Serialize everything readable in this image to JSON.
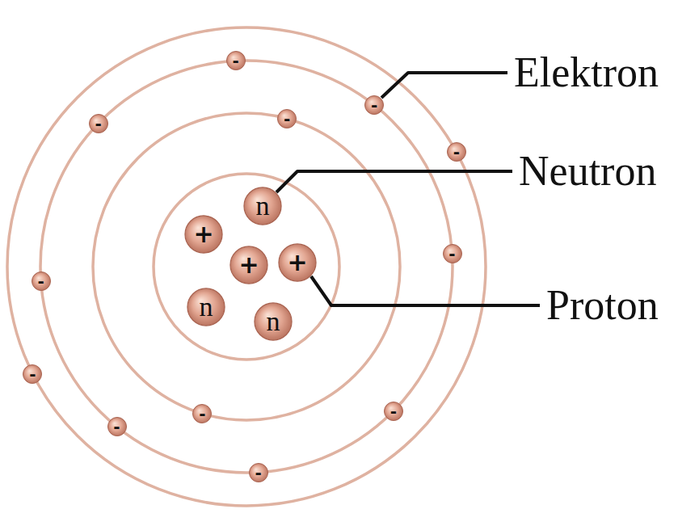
{
  "diagram": {
    "nodes": [
      {
        "text": [
          "-"
        ]
      },
      {
        "text": [
          "-"
        ]
      },
      {
        "text": [
          "-"
        ]
      },
      {
        "text": [
          "-"
        ]
      },
      {
        "text": [
          "-"
        ]
      },
      {
        "text": [
          "n"
        ]
      },
      {
        "text": [
          "+"
        ]
      },
      {
        "text": [
          "+"
        ]
      },
      {
        "text": [
          "+"
        ]
      },
      {
        "text": [
          "-"
        ]
      },
      {
        "text": [
          "-"
        ]
      },
      {
        "text": [
          "n"
        ]
      },
      {
        "text": [
          "n"
        ]
      },
      {
        "text": [
          "-"
        ]
      },
      {
        "text": [
          "-"
        ]
      },
      {
        "text": [
          "-"
        ]
      },
      {
        "text": [
          "-"
        ]
      },
      {
        "text": [
          "-"
        ]
      }
    ],
    "labels": [
      "Elektron",
      "Neutron",
      "Proton"
    ]
  }
}
